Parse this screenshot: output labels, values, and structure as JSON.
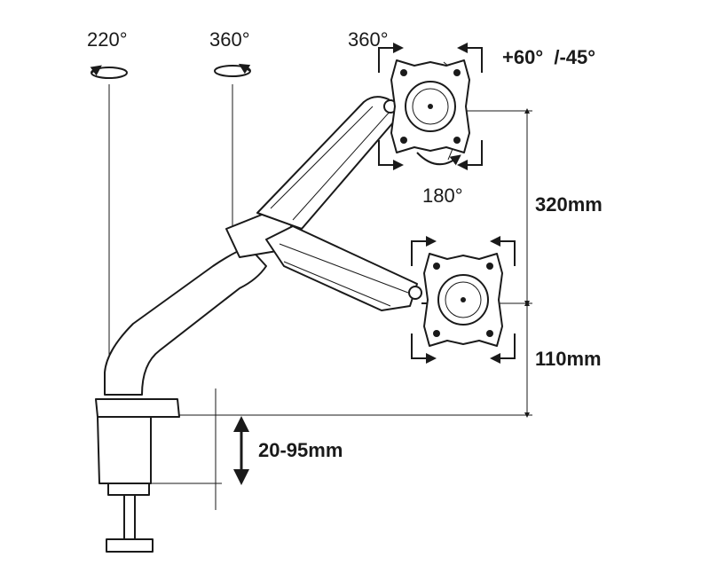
{
  "rotations": {
    "base": "220°",
    "arm": "360°",
    "head": "360°",
    "tilt": "+60°  /-45°",
    "rotate": "180°"
  },
  "dimensions": {
    "height_upper": "320mm",
    "height_lower": "110mm",
    "clamp": "20-95mm"
  },
  "colors": {
    "line": "#1a1a1a",
    "background": "#ffffff"
  }
}
